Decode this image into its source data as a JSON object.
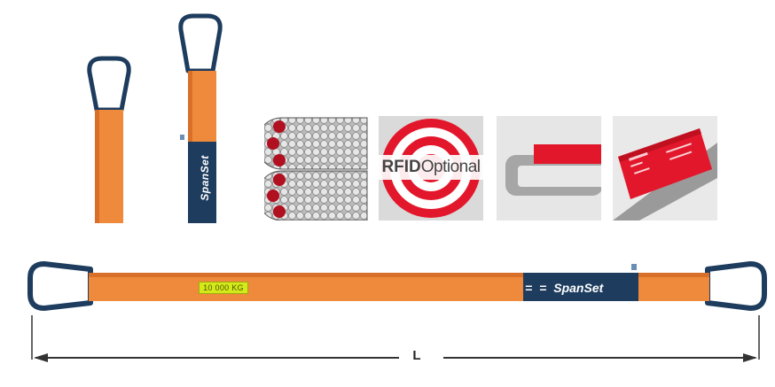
{
  "brand": {
    "logo_text": "SpanSet",
    "colors": {
      "orange": "#ef8a3c",
      "orange_dark": "#d9702a",
      "navy": "#1d3c5e",
      "red": "#e3172b",
      "grey": "#c8c8c8"
    }
  },
  "thumbnails": [
    {
      "icon": "cross-section-icon"
    },
    {
      "icon": "rfid-target-icon",
      "label_bold": "RFID",
      "label_light": "Optional"
    },
    {
      "icon": "label-detail-icon"
    },
    {
      "icon": "tag-closeup-icon"
    }
  ],
  "sling": {
    "load_label": "10 000 KG",
    "dimension_label": "L"
  }
}
